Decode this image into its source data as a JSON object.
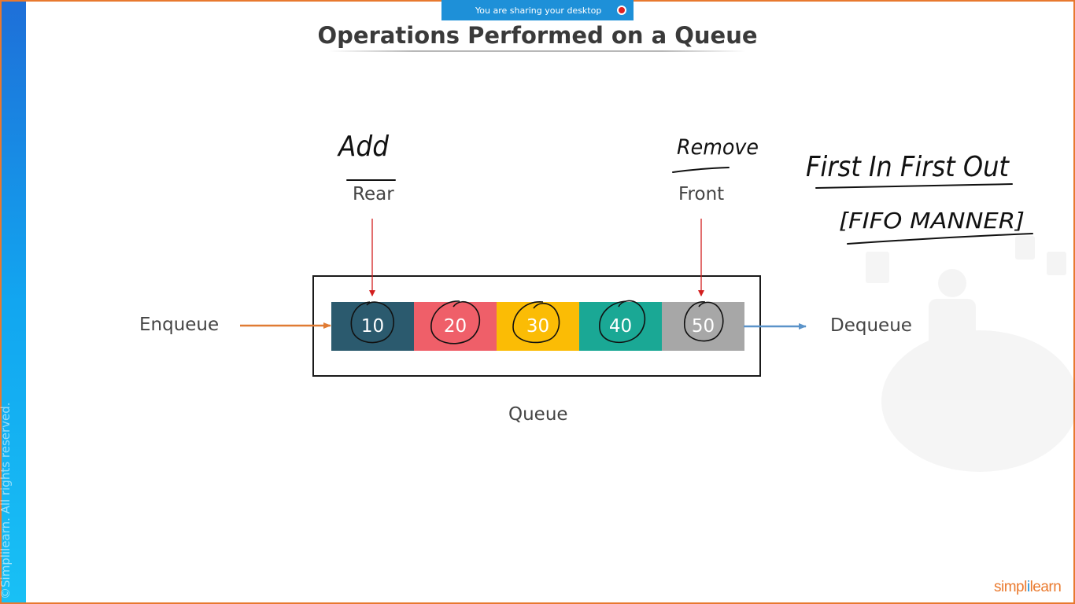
{
  "banner": {
    "text": "You are sharing your desktop"
  },
  "slide": {
    "title": "Operations Performed on a Queue",
    "labels": {
      "rear": "Rear",
      "front": "Front",
      "enqueue": "Enqueue",
      "dequeue": "Dequeue",
      "queue": "Queue"
    },
    "handwriting": {
      "add": "Add",
      "remove": "Remove",
      "fifo": "First In First Out",
      "fifo_manner": "[FIFO MANNER]"
    },
    "cells": [
      {
        "value": "10",
        "color": "#2b5a6e"
      },
      {
        "value": "20",
        "color": "#ef5f69"
      },
      {
        "value": "30",
        "color": "#fbbc05"
      },
      {
        "value": "40",
        "color": "#1aa895"
      },
      {
        "value": "50",
        "color": "#a7a7a7"
      }
    ]
  },
  "sidebar": {
    "copyright": "©Simplilearn. All rights reserved."
  },
  "logo": {
    "part1": "simpl",
    "part2": "i",
    "part3": "learn"
  },
  "colors": {
    "frame": "#e8792f",
    "enqueue_arrow": "#e07b33",
    "dequeue_arrow": "#5b93c9",
    "pointer": "#d21f1f",
    "banner": "#1e90d8"
  },
  "icons": {
    "stop_sharing": "record-stop-icon"
  }
}
